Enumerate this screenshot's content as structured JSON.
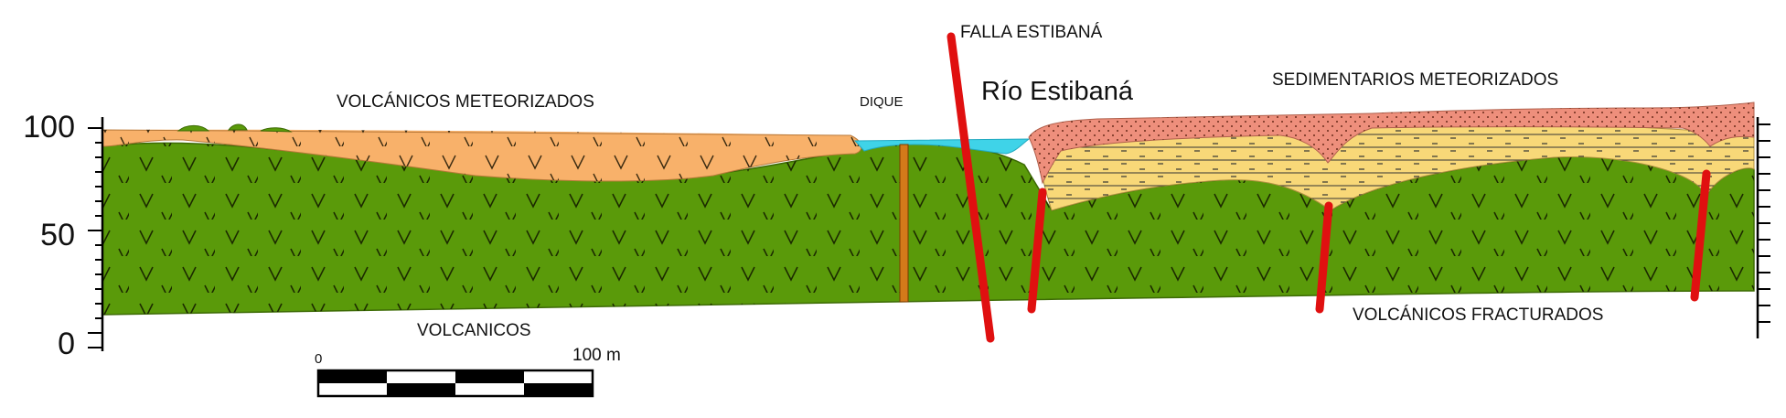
{
  "axis": {
    "ticks": [
      {
        "value": 0,
        "label": "0"
      },
      {
        "value": 50,
        "label": "50"
      },
      {
        "value": 100,
        "label": "100"
      }
    ]
  },
  "labels": {
    "falla": "FALLA ESTIBANÁ",
    "rio": "Río Estibaná",
    "dique": "DIQUE",
    "volcanicos_meteorizados": "VOLCÁNICOS METEORIZADOS",
    "sedimentarios_meteorizados": "SEDIMENTARIOS METEORIZADOS",
    "volcanicos": "VOLCANICOS",
    "volcanicos_fracturados": "VOLCÁNICOS FRACTURADOS"
  },
  "scale_bar": {
    "start_label": "0",
    "end_label": "100 m"
  },
  "colors": {
    "volcanic_green": "#5a9a0a",
    "weathered_volcanic": "#f8b16a",
    "sedimentary": "#f8d878",
    "weathered_sedimentary": "#ee8f7c",
    "water": "#3fd3e8",
    "fault_red": "#e01010",
    "dike": "#d47a1a"
  }
}
